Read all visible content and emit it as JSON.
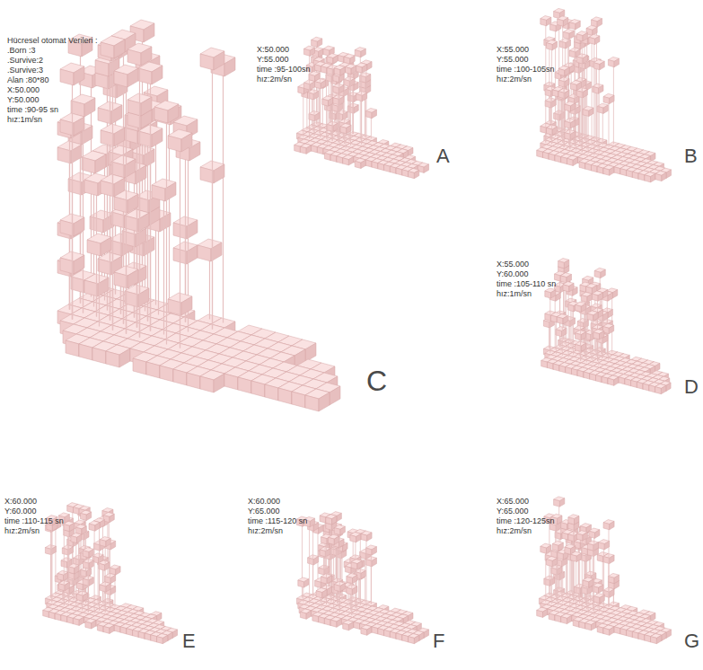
{
  "diagram": {
    "labels": [
      "Hücresel otomat Verileri :",
      ".Born :3",
      ".Survive:2",
      ".Survive:3",
      "Alan :80*80",
      "X:50.000",
      "Y:50.000",
      "time :90-95 sn",
      "hız:1m/sn",
      "C",
      "X:50.000",
      "Y:55.000",
      "time :95-100sn",
      "hız:2m/sn",
      "A",
      "X:55.000",
      "Y:55.000",
      "time :100-105sn",
      "hız:2m/sn",
      "B",
      "X:55.000",
      "Y:60.000",
      "time :105-110 sn",
      "hız:1m/sn",
      "D",
      "X:60.000",
      "Y:60.000",
      "time :110-115 sn",
      "hız:2m/sn",
      "E",
      "X:60.000",
      "Y:65.000",
      "time :115-120 sn",
      "hız:2m/sn",
      "F",
      "X:65.000",
      "Y:65.000",
      "time :120-125sn",
      "hız:2m/sn",
      "G"
    ]
  }
}
